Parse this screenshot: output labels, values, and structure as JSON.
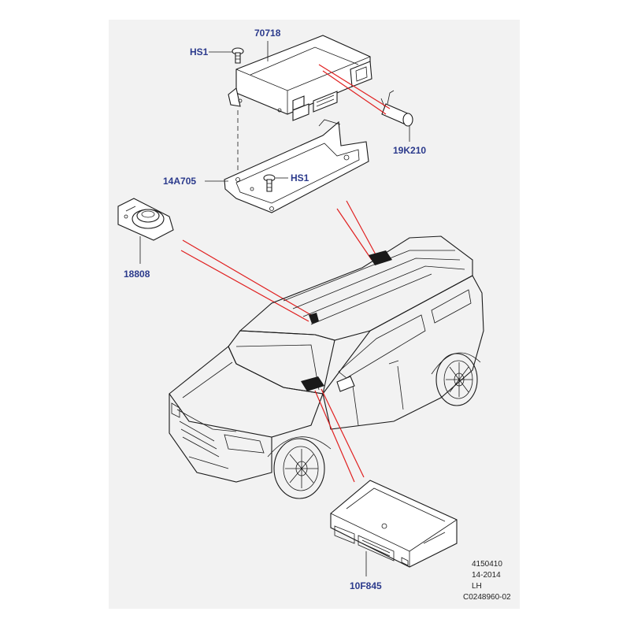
{
  "callouts": {
    "module_top": "70718",
    "bolt_top": "HS1",
    "cylinder": "19K210",
    "bracket": "14A705",
    "bolt_bracket": "HS1",
    "sensor": "18808",
    "module_bottom": "10F845"
  },
  "reference": {
    "line1": "4150410",
    "line2": "14-2014",
    "line3": "LH",
    "line4": "C0248960-02"
  },
  "colors": {
    "background": "#ffffff",
    "panel": "#f2f2f2",
    "callout_text": "#2b3a8c",
    "leader_red": "#e02020",
    "line": "#1a1a1a"
  }
}
